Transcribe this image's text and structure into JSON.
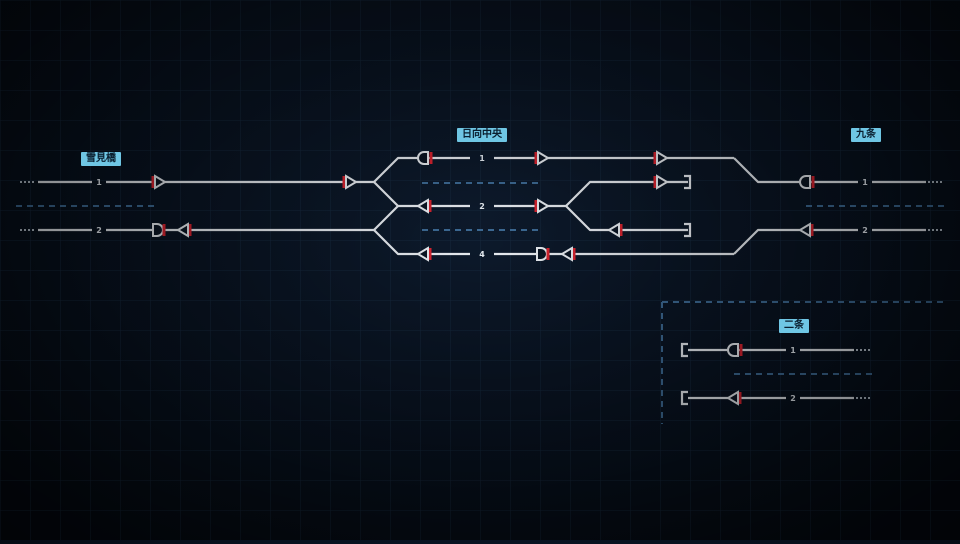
{
  "stations": {
    "yukimibashi": "雪見橋",
    "hyuga_chuo": "日向中央",
    "kujo": "九条",
    "nijo": "二条"
  },
  "tracks": {
    "yukimibashi_1": "1",
    "yukimibashi_2": "2",
    "hyuga_chuo_1": "1",
    "hyuga_chuo_2": "2",
    "hyuga_chuo_4": "4",
    "kujo_1": "1",
    "kujo_2": "2",
    "nijo_1": "1",
    "nijo_2": "2"
  },
  "colors": {
    "track": "#e9edf2",
    "signal_red": "#d8232f",
    "label_bg": "#6fc6e4",
    "grid": "#1a3148",
    "divider": "#3d6a94"
  }
}
